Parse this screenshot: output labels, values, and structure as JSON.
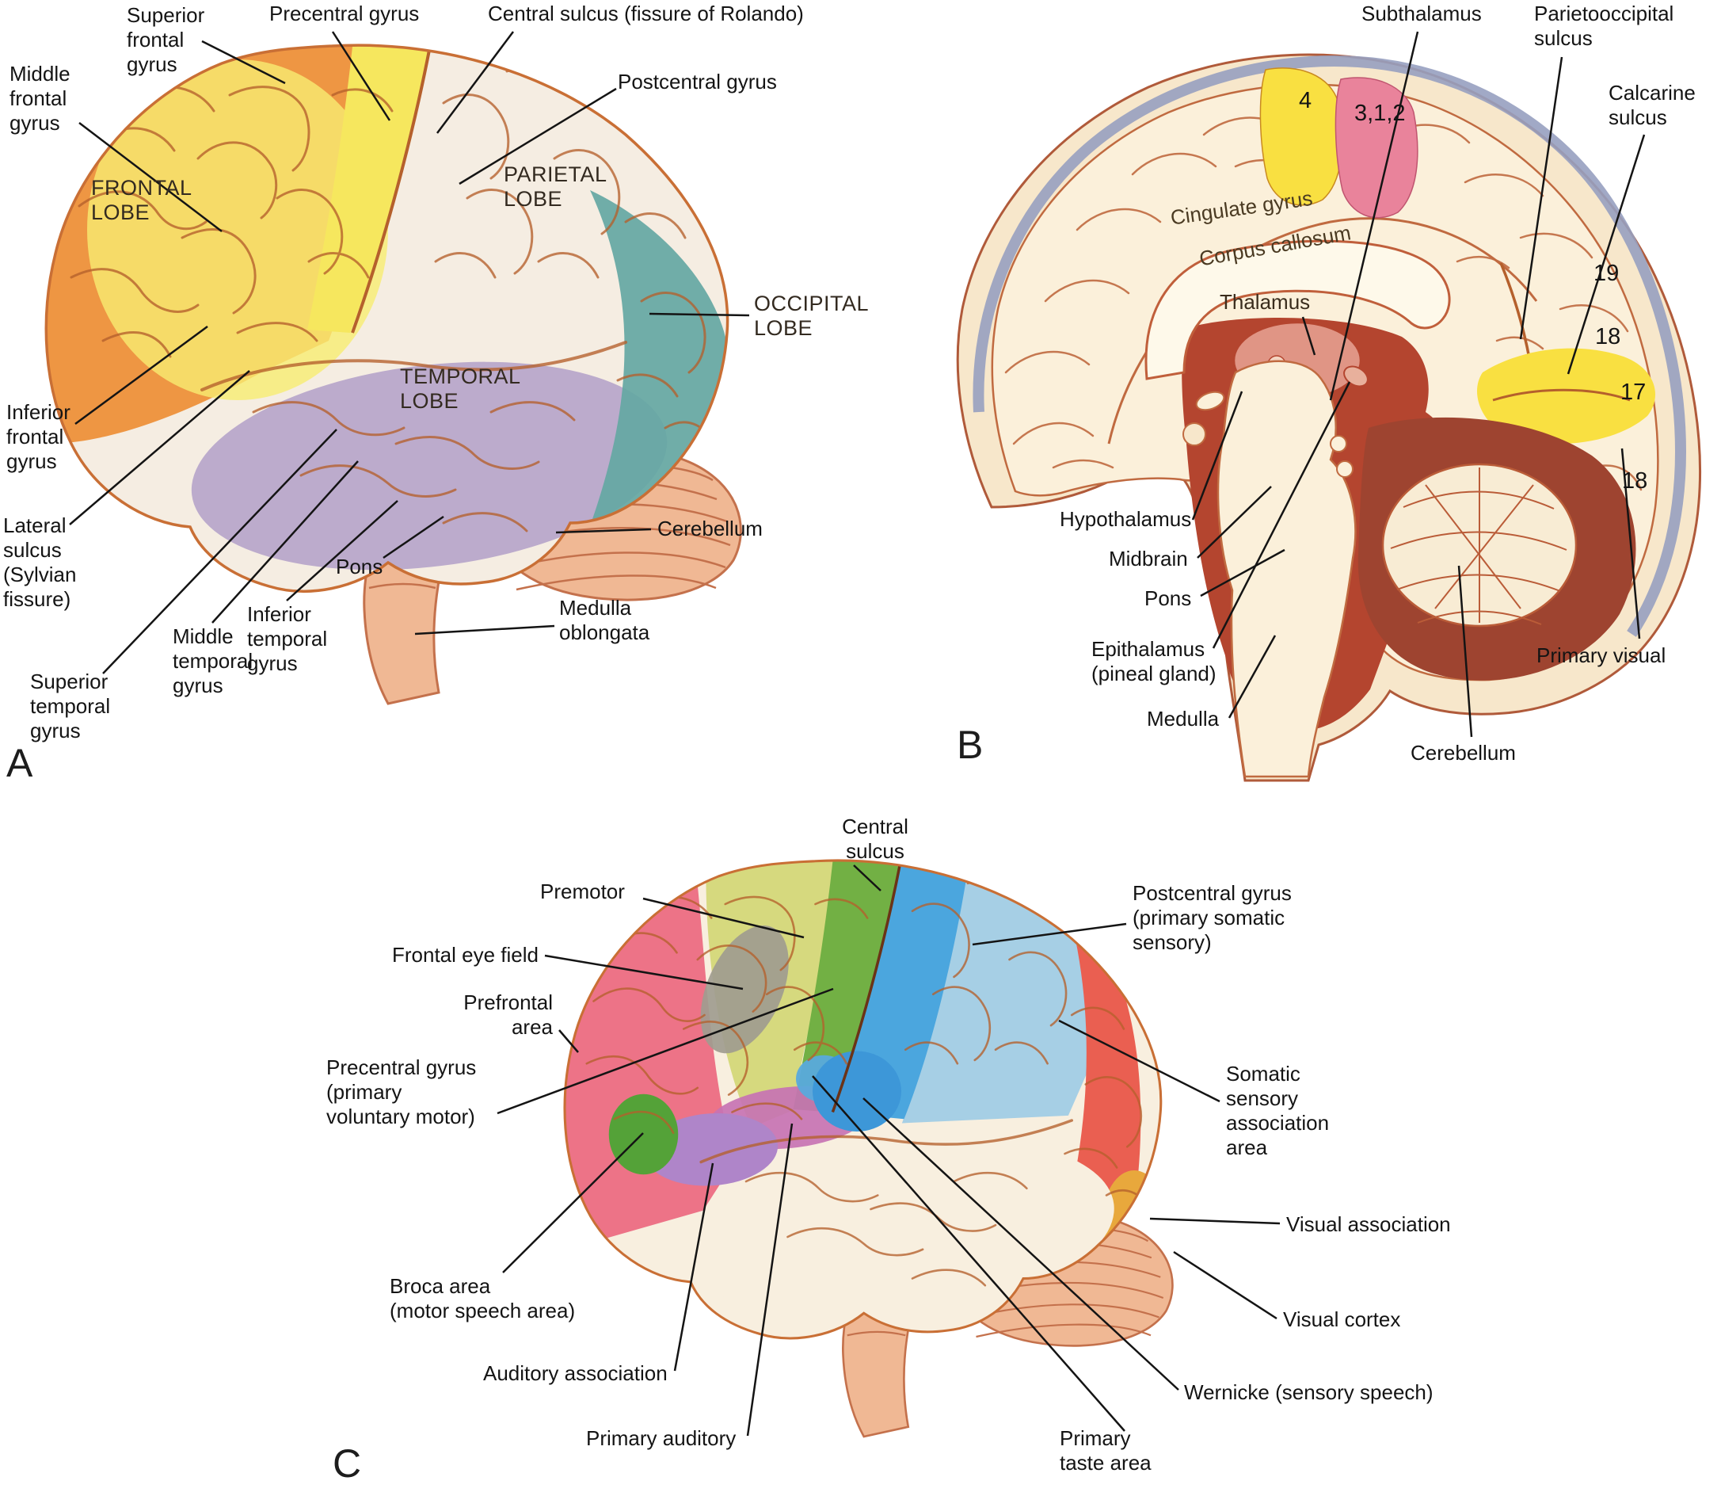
{
  "figure": {
    "type": "brain-anatomy-diagram",
    "panels": [
      "A",
      "B",
      "C"
    ]
  },
  "colors": {
    "frontal_orange": "#EE9643",
    "frontal_yellow": "#F8EC72",
    "precentral_yellow": "#F6E75E",
    "parietal_cream": "#F5EDE2",
    "temporal_lavender": "#BCABCC",
    "occipital_teal": "#64A7A3",
    "brainstem_salmon": "#F0B894",
    "line_brown": "#B5602C",
    "skin_cream": "#F7E7CB",
    "meninges_blue": "#97A0C0",
    "cortex_cream": "#FBF0DA",
    "deep_red": "#B4452F",
    "area4_yellow": "#F9E041",
    "area312_pink": "#E9839B",
    "folia_cream": "#F8ECD4",
    "prefrontal_pink": "#ED7387",
    "premotor_yellowgreen": "#D6D97E",
    "eyefield_gray": "#A09C8F",
    "precentral_green": "#72B044",
    "broca_green": "#54A238",
    "postcentral_blue": "#4BA6DE",
    "parietal_lightblue": "#A6CFE5",
    "wernicke_blue": "#3D97D8",
    "auditory_purple": "#AF85C9",
    "auditory_magenta": "#C773B3",
    "occipital_red": "#EA5F51",
    "visual_amber": "#E8A83C",
    "label_black": "#141414"
  },
  "panelA": {
    "letter": "A",
    "labels": {
      "superior_frontal_gyrus": "Superior\nfrontal\ngyrus",
      "precentral_gyrus": "Precentral gyrus",
      "central_sulcus": "Central sulcus (fissure of Rolando)",
      "postcentral_gyrus": "Postcentral gyrus",
      "middle_frontal_gyrus": "Middle\nfrontal\ngyrus",
      "frontal_lobe": "FRONTAL\nLOBE",
      "parietal_lobe": "PARIETAL\nLOBE",
      "occipital_lobe": "OCCIPITAL\nLOBE",
      "temporal_lobe": "TEMPORAL\nLOBE",
      "inferior_frontal_gyrus": "Inferior\nfrontal\ngyrus",
      "lateral_sulcus": "Lateral\nsulcus\n(Sylvian\nfissure)",
      "superior_temporal_gyrus": "Superior\ntemporal\ngyrus",
      "middle_temporal_gyrus": "Middle\ntemporal\ngyrus",
      "inferior_temporal_gyrus": "Inferior\ntemporal\ngyrus",
      "cerebellum": "Cerebellum",
      "pons": "Pons",
      "medulla_oblongata": "Medulla\noblongata"
    }
  },
  "panelB": {
    "letter": "B",
    "labels": {
      "subthalamus": "Subthalamus",
      "parietooccipital_sulcus": "Parietooccipital\nsulcus",
      "calcarine_sulcus": "Calcarine\nsulcus",
      "cingulate_gyrus": "Cingulate gyrus",
      "corpus_callosum": "Corpus callosum",
      "thalamus": "Thalamus",
      "area_4": "4",
      "area_312": "3,1,2",
      "area_19": "19",
      "area_18_upper": "18",
      "area_17": "17",
      "area_18_lower": "18",
      "hypothalamus": "Hypothalamus",
      "midbrain": "Midbrain",
      "pons": "Pons",
      "epithalamus": "Epithalamus\n(pineal gland)",
      "medulla": "Medulla",
      "cerebellum": "Cerebellum",
      "primary_visual": "Primary visual"
    }
  },
  "panelC": {
    "letter": "C",
    "labels": {
      "central_sulcus": "Central\nsulcus",
      "premotor": "Premotor",
      "frontal_eye_field": "Frontal eye field",
      "prefrontal_area": "Prefrontal\narea",
      "precentral_gyrus": "Precentral gyrus\n(primary\nvoluntary motor)",
      "postcentral_gyrus": "Postcentral gyrus\n(primary somatic\nsensory)",
      "somatic_sensory_association_area": "Somatic\nsensory\nassociation\narea",
      "visual_association": "Visual association",
      "visual_cortex": "Visual cortex",
      "wernicke": "Wernicke (sensory speech)",
      "primary_taste_area": "Primary\ntaste area",
      "broca_area": "Broca area\n(motor speech area)",
      "auditory_association": "Auditory association",
      "primary_auditory": "Primary auditory"
    }
  }
}
